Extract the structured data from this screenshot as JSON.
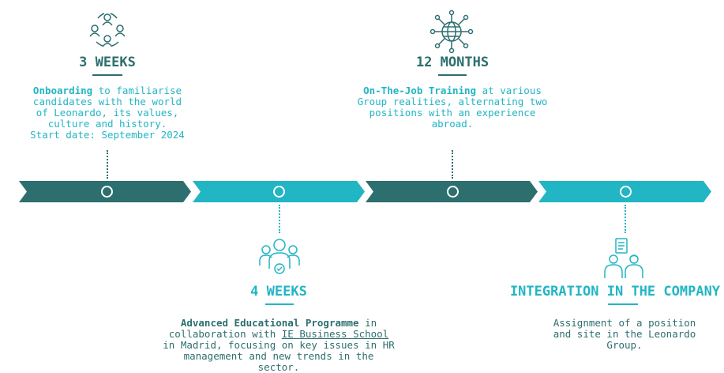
{
  "colors": {
    "dark": "#2d6e6e",
    "light": "#22b5c4"
  },
  "stage1": {
    "title": "3 WEEKS",
    "highlight": "Onboarding",
    "text_rest": " to familiarise candidates with the world of Leonardo, its values, culture and history.",
    "start_date": "Start date: September 2024",
    "icon": "people-network-icon"
  },
  "stage2": {
    "title": "4 WEEKS",
    "highlight": "Advanced Educational Programme",
    "text_a": " in collaboration with ",
    "link": "IE Business School",
    "text_b": " in Madrid, focusing on key issues in HR management and new trends in the sector.",
    "icon": "group-check-icon"
  },
  "stage3": {
    "title": "12 MONTHS",
    "highlight": "On-The-Job Training",
    "text_rest": " at various Group realities, alternating two positions with an experience abroad.",
    "icon": "globe-network-icon"
  },
  "stage4": {
    "title": "INTEGRATION IN THE COMPANY",
    "text": "Assignment of a position and site in the Leonardo Group.",
    "icon": "people-document-icon"
  }
}
